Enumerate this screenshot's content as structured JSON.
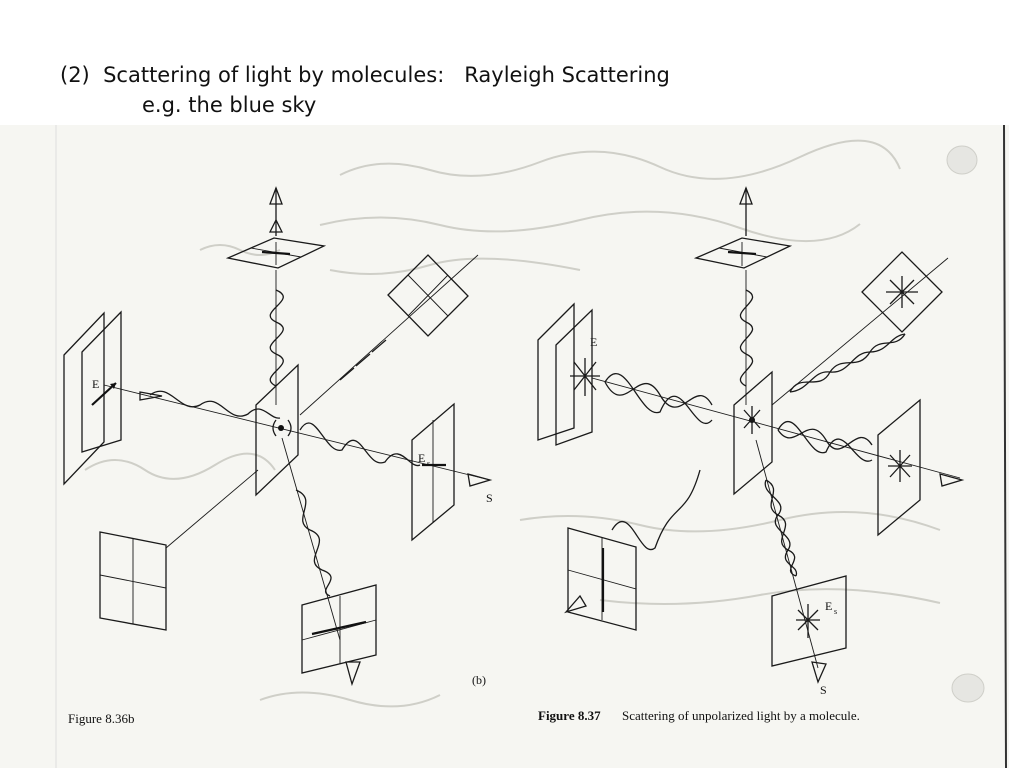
{
  "slide": {
    "title_line1": "(2)  Scattering of light by molecules:   Rayleigh Scattering",
    "title_line2": "e.g. the blue sky"
  },
  "figure_left": {
    "label_E": "E",
    "label_Es": "E",
    "label_Es_sub": "s",
    "label_S": "S",
    "caption": "Figure 8.36b",
    "panel_tag": "(b)"
  },
  "figure_right": {
    "label_E": "E",
    "label_Es": "E",
    "label_Es_sub": "s",
    "label_S": "S",
    "caption_fig": "Figure 8.37",
    "caption_text": "Scattering of unpolarized light by a molecule."
  }
}
